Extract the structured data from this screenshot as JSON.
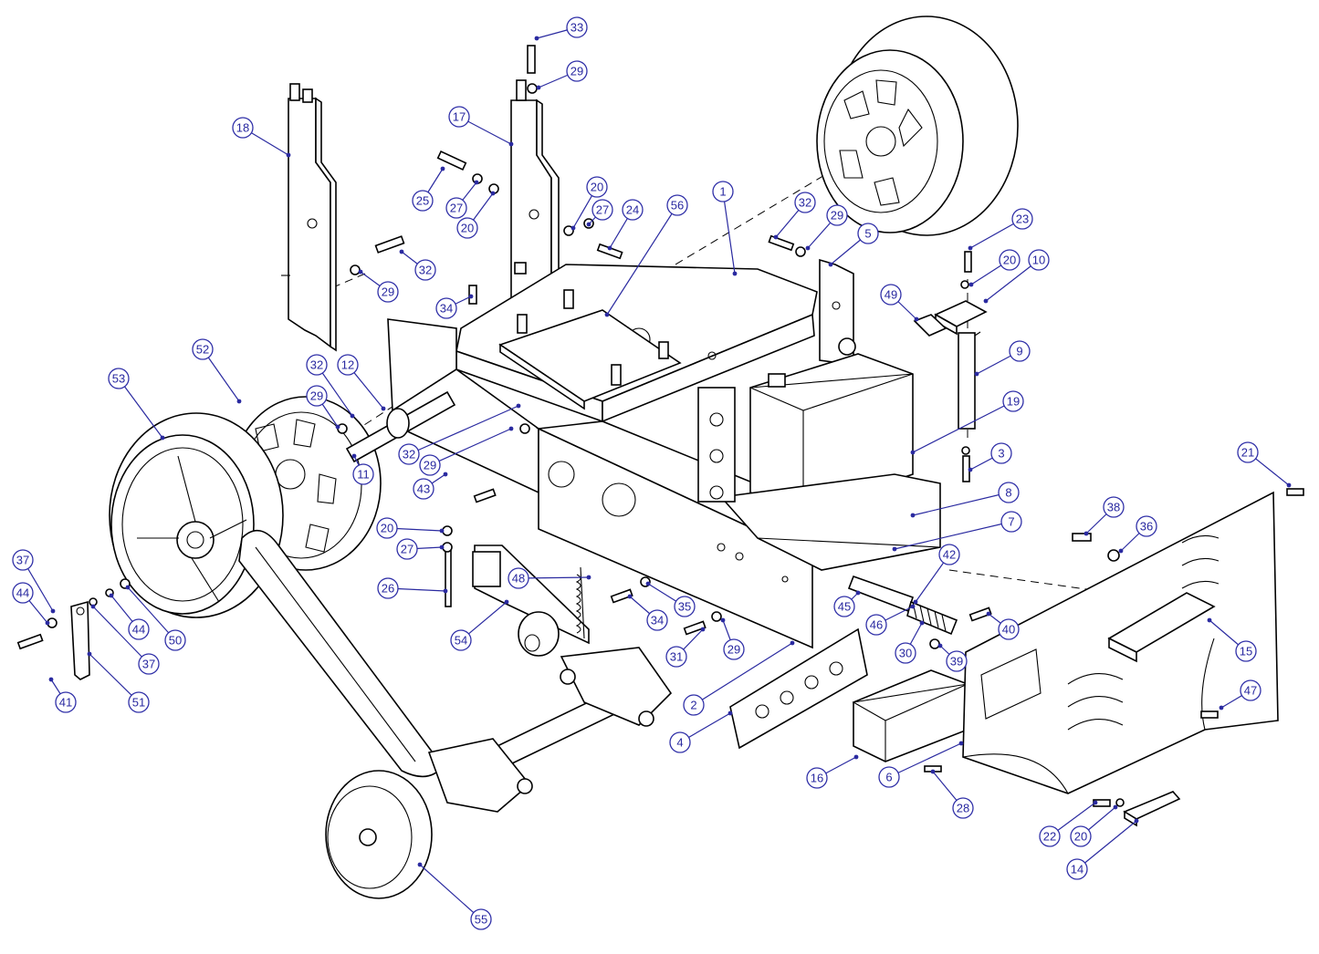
{
  "callouts": [
    {
      "label": "33"
    },
    {
      "label": "29"
    },
    {
      "label": "17"
    },
    {
      "label": "18"
    },
    {
      "label": "25"
    },
    {
      "label": "27"
    },
    {
      "label": "20"
    },
    {
      "label": "20"
    },
    {
      "label": "27"
    },
    {
      "label": "24"
    },
    {
      "label": "56"
    },
    {
      "label": "1"
    },
    {
      "label": "32"
    },
    {
      "label": "29"
    },
    {
      "label": "5"
    },
    {
      "label": "23"
    },
    {
      "label": "20"
    },
    {
      "label": "10"
    },
    {
      "label": "49"
    },
    {
      "label": "29"
    },
    {
      "label": "32"
    },
    {
      "label": "34"
    },
    {
      "label": "52"
    },
    {
      "label": "53"
    },
    {
      "label": "32"
    },
    {
      "label": "12"
    },
    {
      "label": "29"
    },
    {
      "label": "9"
    },
    {
      "label": "19"
    },
    {
      "label": "3"
    },
    {
      "label": "21"
    },
    {
      "label": "11"
    },
    {
      "label": "32"
    },
    {
      "label": "29"
    },
    {
      "label": "43"
    },
    {
      "label": "8"
    },
    {
      "label": "7"
    },
    {
      "label": "38"
    },
    {
      "label": "36"
    },
    {
      "label": "20"
    },
    {
      "label": "27"
    },
    {
      "label": "42"
    },
    {
      "label": "37"
    },
    {
      "label": "44"
    },
    {
      "label": "48"
    },
    {
      "label": "26"
    },
    {
      "label": "35"
    },
    {
      "label": "34"
    },
    {
      "label": "45"
    },
    {
      "label": "46"
    },
    {
      "label": "40"
    },
    {
      "label": "15"
    },
    {
      "label": "50"
    },
    {
      "label": "44"
    },
    {
      "label": "37"
    },
    {
      "label": "54"
    },
    {
      "label": "31"
    },
    {
      "label": "29"
    },
    {
      "label": "30"
    },
    {
      "label": "39"
    },
    {
      "label": "41"
    },
    {
      "label": "51"
    },
    {
      "label": "2"
    },
    {
      "label": "47"
    },
    {
      "label": "4"
    },
    {
      "label": "16"
    },
    {
      "label": "6"
    },
    {
      "label": "28"
    },
    {
      "label": "22"
    },
    {
      "label": "20"
    },
    {
      "label": "14"
    },
    {
      "label": "55"
    }
  ]
}
